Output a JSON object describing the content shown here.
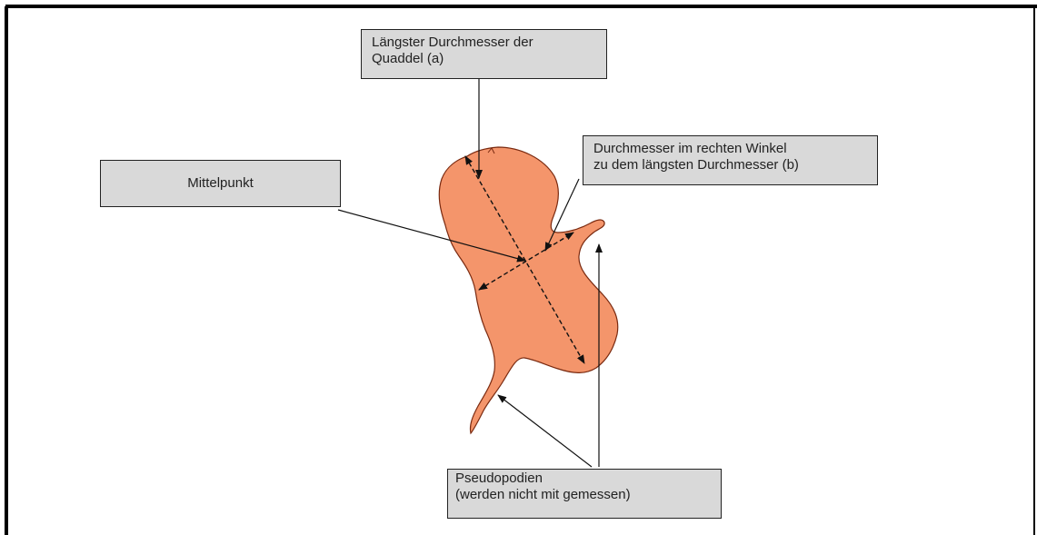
{
  "labels": {
    "longest_diameter": [
      "Längster Durchmesser der",
      "Quaddel (a)"
    ],
    "center": "Mittelpunkt",
    "perpendicular_diameter": [
      "Durchmesser im rechten Winkel",
      "zu dem längsten Durchmesser (b)"
    ],
    "pseudopodia": [
      "Pseudopodien",
      "(werden nicht mit gemessen)"
    ]
  },
  "colors": {
    "wheal_fill": "#f4956b",
    "wheal_outline": "#7a2a10",
    "box_fill": "#d9d9d9",
    "line": "#111111",
    "frame": "#000000"
  }
}
